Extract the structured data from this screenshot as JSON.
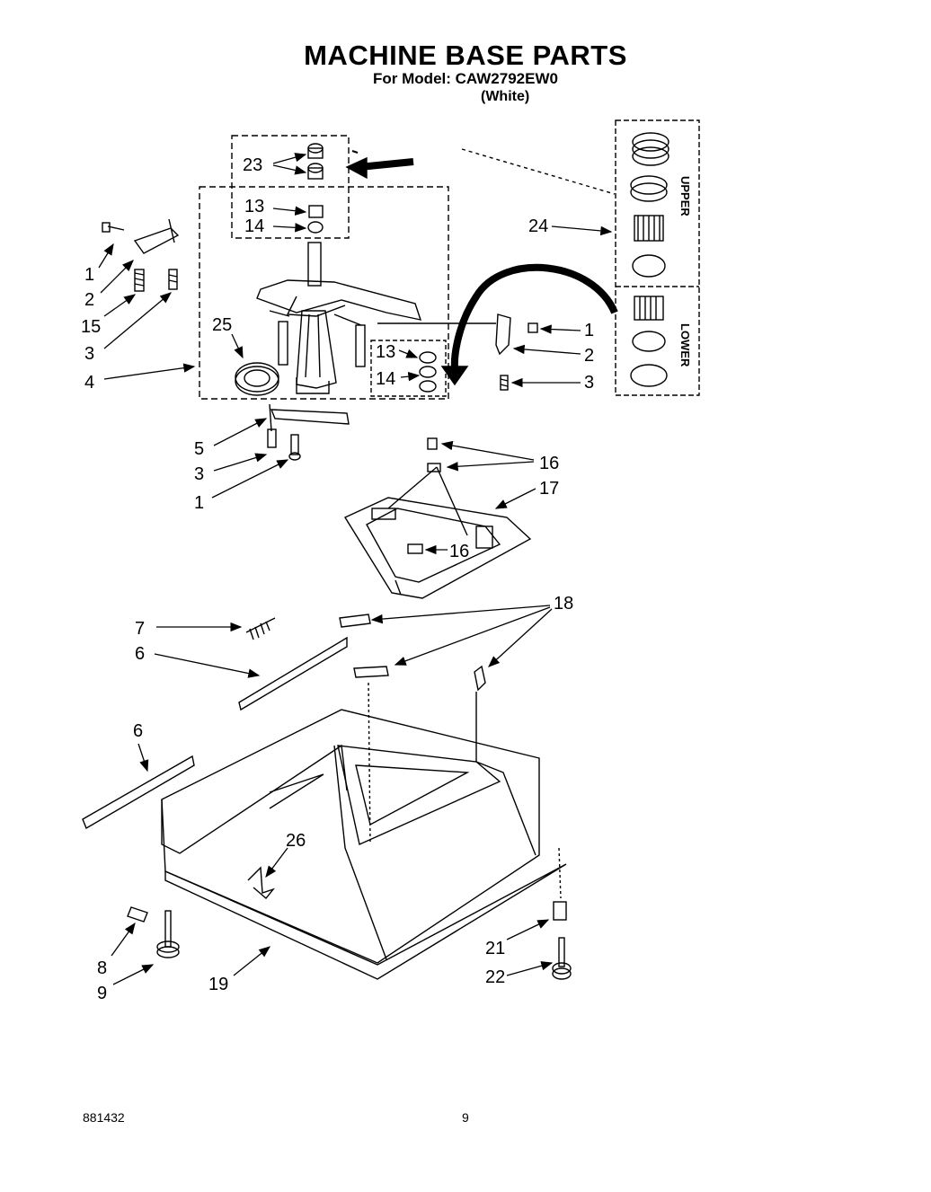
{
  "header": {
    "title": "MACHINE BASE PARTS",
    "model_line": "For Model: CAW2792EW0",
    "color_note": "(White)"
  },
  "callouts": [
    "1",
    "2",
    "3",
    "4",
    "5",
    "6",
    "7",
    "8",
    "9",
    "13",
    "14",
    "15",
    "16",
    "17",
    "18",
    "19",
    "21",
    "22",
    "23",
    "24",
    "25",
    "26"
  ],
  "inset_labels": {
    "upper": "UPPER",
    "lower": "LOWER"
  },
  "footer": {
    "doc_number": "881432",
    "page_number": "9"
  }
}
